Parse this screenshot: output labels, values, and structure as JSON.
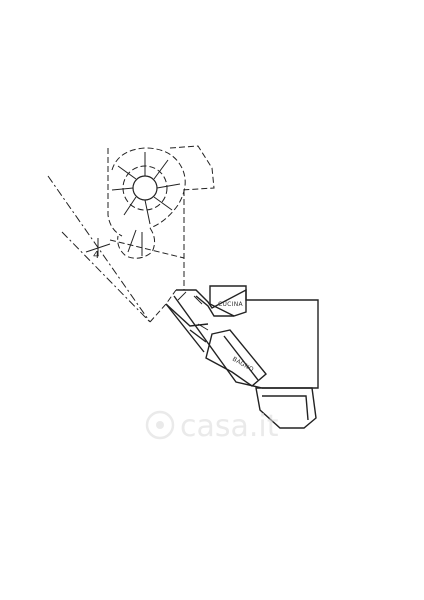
{
  "plan": {
    "rooms": [
      {
        "label": "CUCINA"
      },
      {
        "label": "BAGNO"
      }
    ],
    "section_marker": "4"
  },
  "watermark": {
    "brand": "casa.it"
  },
  "colors": {
    "line": "#222222",
    "watermark": "#d9d9d9",
    "background": "#ffffff"
  }
}
